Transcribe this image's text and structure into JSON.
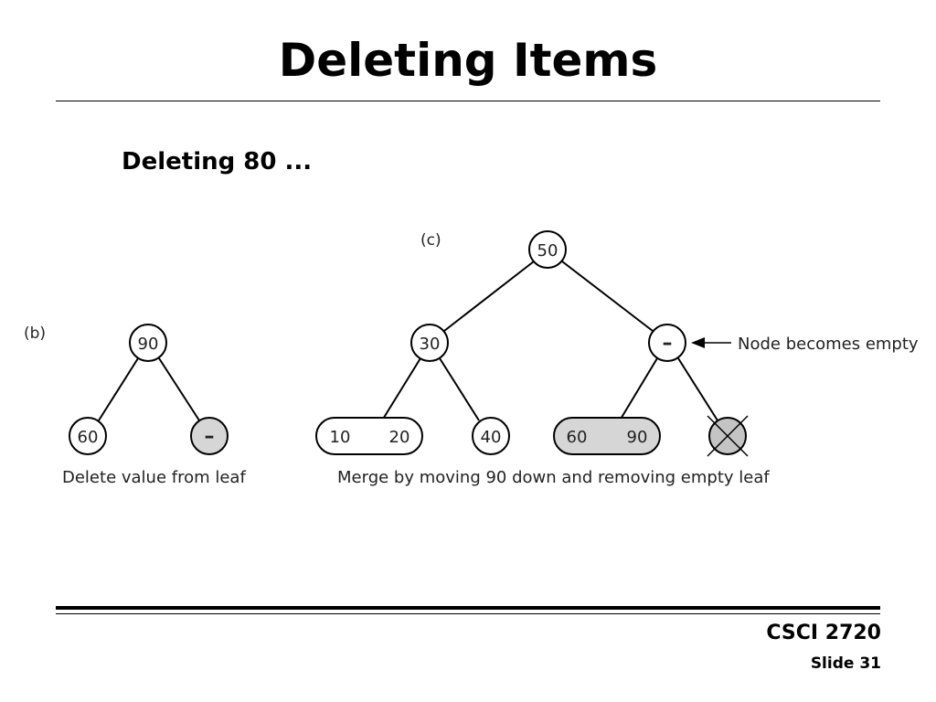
{
  "slide": {
    "title": "Deleting Items",
    "subtitle": "Deleting 80 ...",
    "course": "CSCI 2720",
    "slide_number": "Slide 31"
  },
  "diagram_b": {
    "label": "(b)",
    "root": "90",
    "left_leaf": "60",
    "right_leaf": "–",
    "caption": "Delete value from leaf"
  },
  "diagram_c": {
    "label": "(c)",
    "root": "50",
    "left_child": "30",
    "right_child": "–",
    "leaf_1_a": "10",
    "leaf_1_b": "20",
    "leaf_2": "40",
    "leaf_3_a": "60",
    "leaf_3_b": "90",
    "annotation": "Node becomes empty",
    "caption": "Merge by moving 90 down and removing empty leaf"
  },
  "colors": {
    "shaded_node": "#d6d6d6",
    "line": "#000000"
  }
}
